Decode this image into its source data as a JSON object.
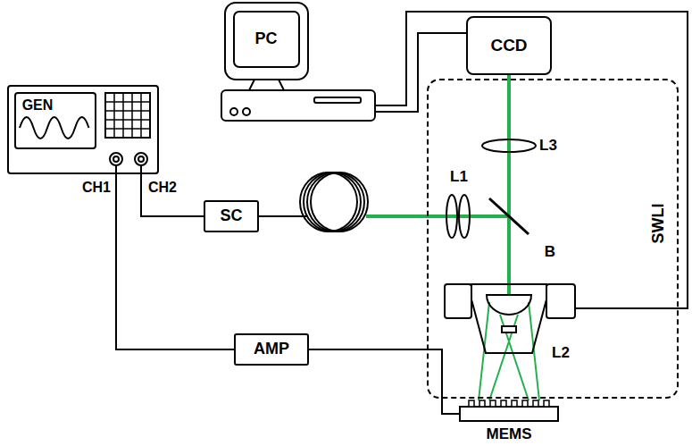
{
  "diagram": {
    "nodes": [
      {
        "text": [
          "PC"
        ]
      },
      {
        "text": [
          "SWLI"
        ]
      },
      {
        "text": [
          "CCD"
        ],
        "in": 1
      },
      {
        "text": [
          "GEN"
        ]
      },
      {
        "text": [
          "SC"
        ]
      },
      {
        "text": [
          "AMP"
        ]
      },
      {
        "text": [
          "MEMS"
        ]
      }
    ],
    "edges": [
      {
        "from": 0,
        "to": 2,
        "arrow": "none"
      },
      {
        "from": 3,
        "to": 4,
        "arrow": "none"
      },
      {
        "from": 3,
        "to": 5,
        "arrow": "none"
      },
      {
        "from": 5,
        "to": 6,
        "arrow": "none"
      }
    ],
    "labels": [
      "CH1",
      "CH2",
      "L1",
      "L3",
      "B",
      "L2"
    ]
  }
}
